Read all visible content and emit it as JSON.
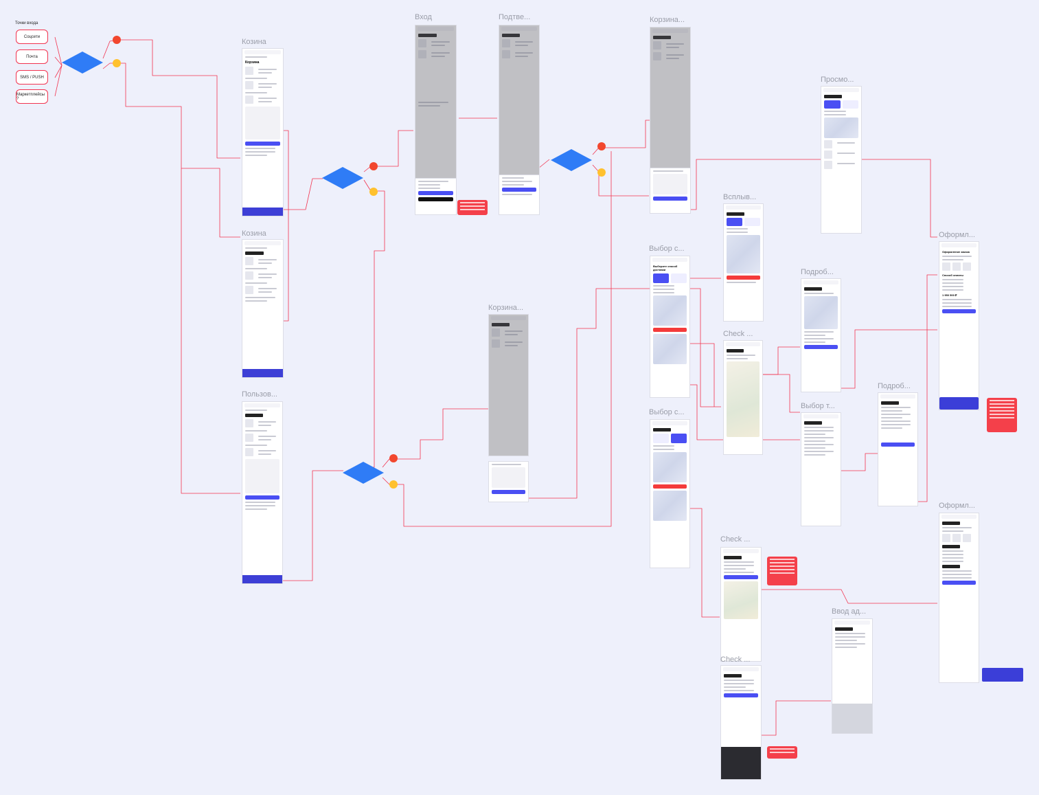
{
  "entry_points": {
    "title": "Точки входа",
    "items": [
      "Соцсети",
      "Почта",
      "SMS / PUSH",
      "Маркетплейсы ?"
    ]
  },
  "screens": [
    {
      "title": "Козина"
    },
    {
      "title": "Козина"
    },
    {
      "title": "Пользов..."
    },
    {
      "title": "Вход"
    },
    {
      "title": "Подтве..."
    },
    {
      "title": "Корзина..."
    },
    {
      "title": "Корзина..."
    },
    {
      "title": "Выбор с..."
    },
    {
      "title": "Выбор с..."
    },
    {
      "title": "Всплыв..."
    },
    {
      "title": "Check ..."
    },
    {
      "title": "Check ..."
    },
    {
      "title": "Check ..."
    },
    {
      "title": "Просмо..."
    },
    {
      "title": "Подроб..."
    },
    {
      "title": "Подроб..."
    },
    {
      "title": "Выбор т..."
    },
    {
      "title": "Ввод ад..."
    },
    {
      "title": "Оформл..."
    },
    {
      "title": "Оформл..."
    }
  ],
  "frame_texts": {
    "cart_heading": "Корзина",
    "price_big": "1 950 500 ₽",
    "delivery_heading": "Выберите способ доставки",
    "order_heading": "Оформление заказа",
    "payment_heading": "Способ оплаты"
  },
  "colors": {
    "background": "#eef0fb",
    "connector": "#f2334f",
    "decision": "#2f7cf6",
    "accent": "#4a4ff3",
    "no_marker": "#f2472e",
    "yes_marker": "#ffc12e",
    "note": "#f4404a"
  }
}
